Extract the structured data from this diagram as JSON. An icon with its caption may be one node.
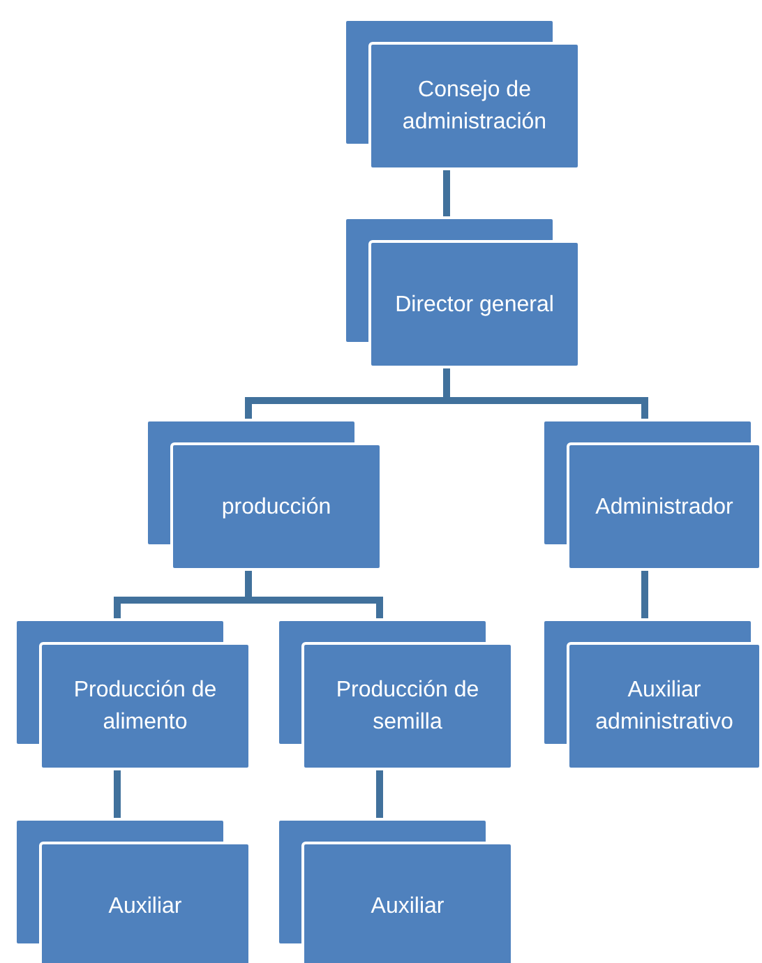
{
  "diagram": {
    "nodes": [
      {
        "text": [
          "Consejo de administración"
        ]
      },
      {
        "text": [
          "Director general"
        ]
      },
      {
        "text": [
          "producción"
        ]
      },
      {
        "text": [
          "Administrador"
        ]
      },
      {
        "text": [
          "Producción de alimento"
        ]
      },
      {
        "text": [
          "Producción de semilla"
        ]
      },
      {
        "text": [
          "Auxiliar administrativo"
        ]
      },
      {
        "text": [
          "Auxiliar"
        ]
      },
      {
        "text": [
          "Auxiliar"
        ]
      }
    ],
    "edges": [
      {
        "from": 0,
        "to": 1,
        "arrow": "none"
      },
      {
        "from": 1,
        "to": 2,
        "arrow": "none"
      },
      {
        "from": 1,
        "to": 3,
        "arrow": "none"
      },
      {
        "from": 2,
        "to": 4,
        "arrow": "none"
      },
      {
        "from": 2,
        "to": 5,
        "arrow": "none"
      },
      {
        "from": 3,
        "to": 6,
        "arrow": "none"
      },
      {
        "from": 4,
        "to": 7,
        "arrow": "none"
      },
      {
        "from": 5,
        "to": 8,
        "arrow": "none"
      }
    ]
  }
}
